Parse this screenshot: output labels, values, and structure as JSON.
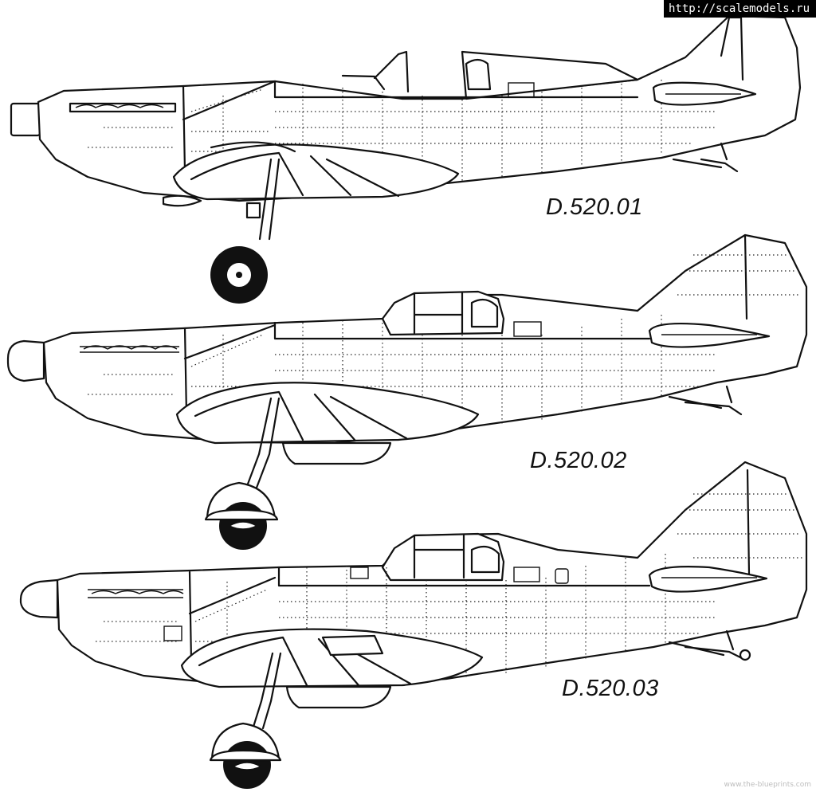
{
  "watermark_top": "http://scalemodels.ru",
  "watermark_bottom": "www.the-blueprints.com",
  "aircraft": [
    {
      "designation": "D.520.01"
    },
    {
      "designation": "D.520.02"
    },
    {
      "designation": "D.520.03"
    }
  ]
}
